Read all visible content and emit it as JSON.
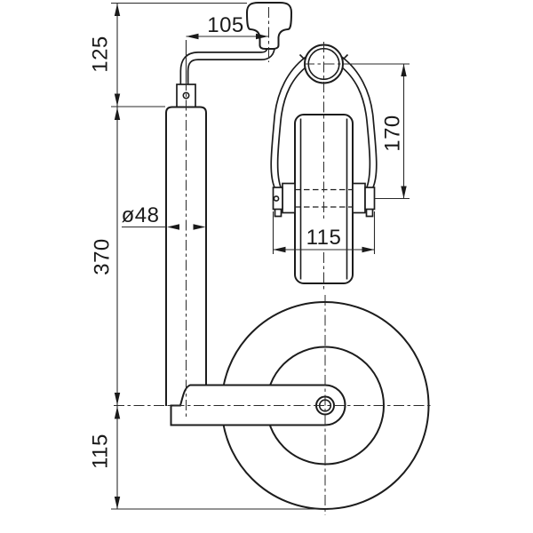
{
  "page": {
    "background": "#ffffff",
    "line_color": "#1a1a1a"
  },
  "drawing": {
    "type": "technical-drawing",
    "dimensions": {
      "d125": "125",
      "d105": "105",
      "d370": "370",
      "d115_side": "115",
      "d48": "ø48",
      "d170": "170",
      "d115_front": "115"
    }
  }
}
